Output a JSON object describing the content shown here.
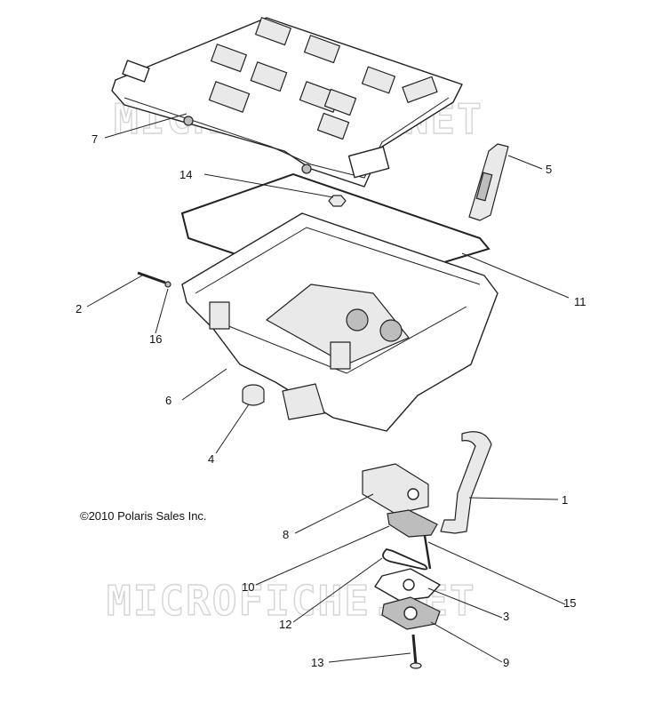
{
  "watermark_text": "MICROFICHE.NET",
  "copyright": "©2010 Polaris Sales Inc.",
  "callouts": [
    "7",
    "14",
    "5",
    "2",
    "16",
    "11",
    "6",
    "4",
    "1",
    "8",
    "10",
    "15",
    "12",
    "3",
    "13",
    "9"
  ]
}
